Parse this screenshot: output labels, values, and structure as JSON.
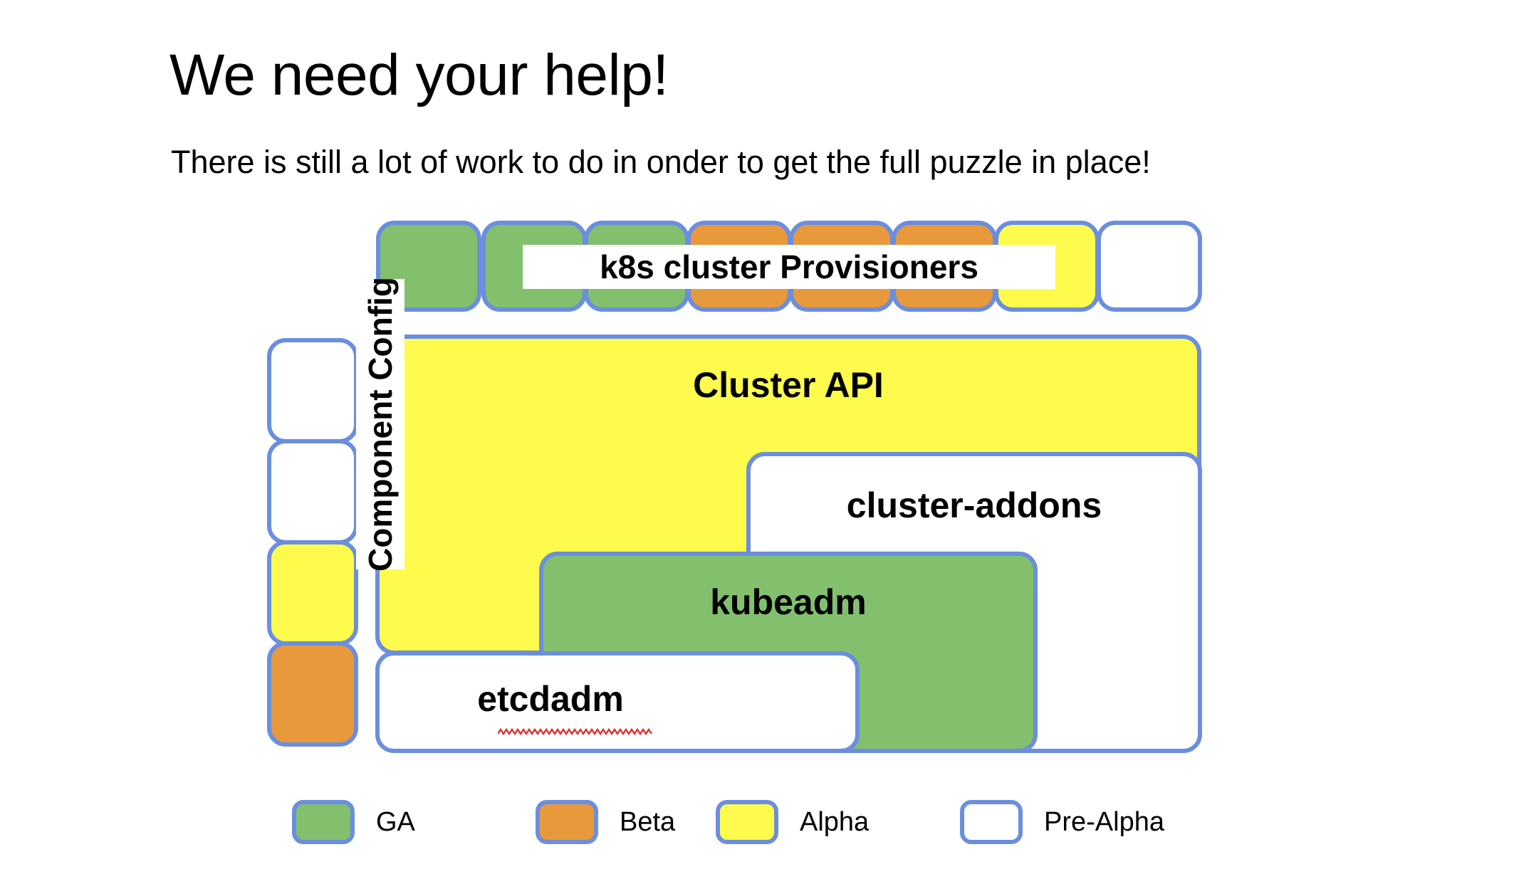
{
  "slide": {
    "title": "We need your help!",
    "subtitle": "There is still a lot of work to do in onder to get the full puzzle in place!"
  },
  "diagram": {
    "provisioners": {
      "label": "k8s cluster Provisioners",
      "tiles": [
        {
          "name": "provisioner-tile-1",
          "status": "GA",
          "color": "#82c06e"
        },
        {
          "name": "provisioner-tile-2",
          "status": "GA",
          "color": "#82c06e"
        },
        {
          "name": "provisioner-tile-3",
          "status": "GA",
          "color": "#82c06e"
        },
        {
          "name": "provisioner-tile-4",
          "status": "Beta",
          "color": "#e8993c"
        },
        {
          "name": "provisioner-tile-5",
          "status": "Beta",
          "color": "#e8993c"
        },
        {
          "name": "provisioner-tile-6",
          "status": "Beta",
          "color": "#e8993c"
        },
        {
          "name": "provisioner-tile-7",
          "status": "Alpha",
          "color": "#fffb4d"
        },
        {
          "name": "provisioner-tile-8",
          "status": "Pre-Alpha",
          "color": "#ffffff"
        }
      ]
    },
    "component_config": {
      "label": "Component Config",
      "tiles": [
        {
          "name": "component-config-tile-1",
          "status": "Pre-Alpha",
          "color": "#ffffff"
        },
        {
          "name": "component-config-tile-2",
          "status": "Pre-Alpha",
          "color": "#ffffff"
        },
        {
          "name": "component-config-tile-3",
          "status": "Alpha",
          "color": "#fffb4d"
        },
        {
          "name": "component-config-tile-4",
          "status": "Beta",
          "color": "#e8993c"
        }
      ]
    },
    "boxes": [
      {
        "name": "cluster-api",
        "label": "Cluster API",
        "status": "Alpha",
        "color": "#fffb4d"
      },
      {
        "name": "cluster-addons",
        "label": "cluster-addons",
        "status": "Pre-Alpha",
        "color": "#ffffff"
      },
      {
        "name": "kubeadm",
        "label": "kubeadm",
        "status": "GA",
        "color": "#82c06e"
      },
      {
        "name": "etcdadm",
        "label": "etcdadm",
        "status": "Pre-Alpha",
        "color": "#ffffff",
        "spellcheck_underline": true
      }
    ]
  },
  "legend": {
    "items": [
      {
        "label": "GA",
        "color": "#82c06e"
      },
      {
        "label": "Beta",
        "color": "#e8993c"
      },
      {
        "label": "Alpha",
        "color": "#fffb4d"
      },
      {
        "label": "Pre-Alpha",
        "color": "#ffffff"
      }
    ]
  },
  "colors": {
    "edge": "#6b8ede",
    "ga": "#82c06e",
    "beta": "#e8993c",
    "alpha": "#fffb4d",
    "prealpha": "#ffffff",
    "spellcheck": "#e03030"
  }
}
